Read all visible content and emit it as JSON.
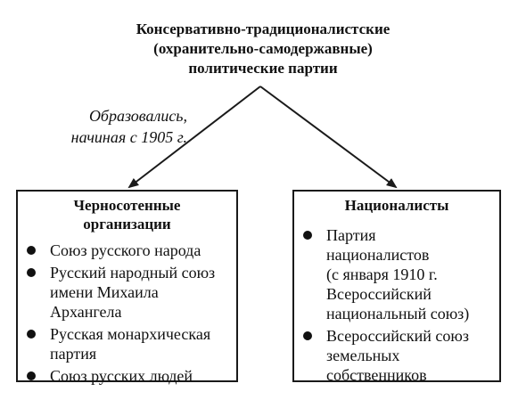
{
  "title": {
    "lines": [
      "Консервативно-традиционалистские",
      "(охранительно-самодержавные)",
      "политические партии"
    ]
  },
  "annotation": {
    "lines": [
      "Образовались,",
      "начиная с 1905 г."
    ]
  },
  "left_box": {
    "heading": [
      "Черносотенные",
      "организации"
    ],
    "items": [
      {
        "lines": [
          "Союз русского народа"
        ]
      },
      {
        "lines": [
          "Русский народный союз",
          "имени Михаила",
          "Архангела"
        ]
      },
      {
        "lines": [
          "Русская монархическая",
          "партия"
        ]
      },
      {
        "lines": [
          "Союз русских людей"
        ]
      }
    ]
  },
  "right_box": {
    "heading": [
      "Националисты"
    ],
    "items": [
      {
        "lines": [
          "Партия",
          "националистов",
          "(с января 1910 г.",
          "Всероссийский",
          "национальный союз)"
        ]
      },
      {
        "lines": [
          "Всероссийский союз",
          "земельных",
          "собственников"
        ]
      }
    ]
  },
  "colors": {
    "stroke": "#1a1a1a",
    "text": "#111111",
    "background": "#ffffff"
  }
}
